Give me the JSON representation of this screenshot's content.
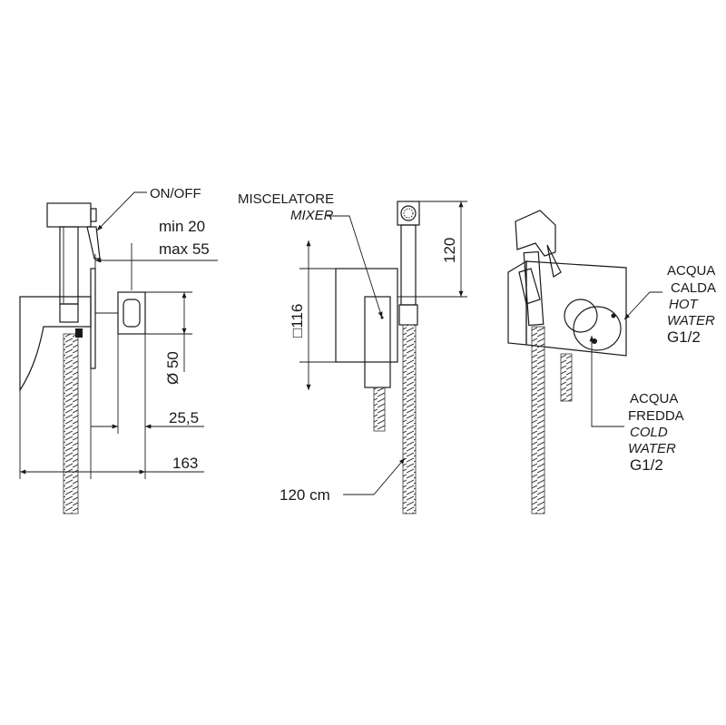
{
  "labels": {
    "on_off": "ON/OFF",
    "min": "min 20",
    "max": "max 55",
    "dia50": "Ø 50",
    "dim25": "25,5",
    "dim163": "163",
    "mixer_it": "MISCELATORE",
    "mixer_en": "MIXER",
    "sq116": "□116",
    "dim120": "120",
    "hose_len": "120 cm",
    "hot_1": "ACQUA",
    "hot_2": "CALDA",
    "hot_3": "HOT",
    "hot_4": "WATER",
    "hot_5": "G1/2",
    "cold_1": "ACQUA",
    "cold_2": "FREDDA",
    "cold_3": "COLD",
    "cold_4": "WATER",
    "cold_5": "G1/2"
  }
}
